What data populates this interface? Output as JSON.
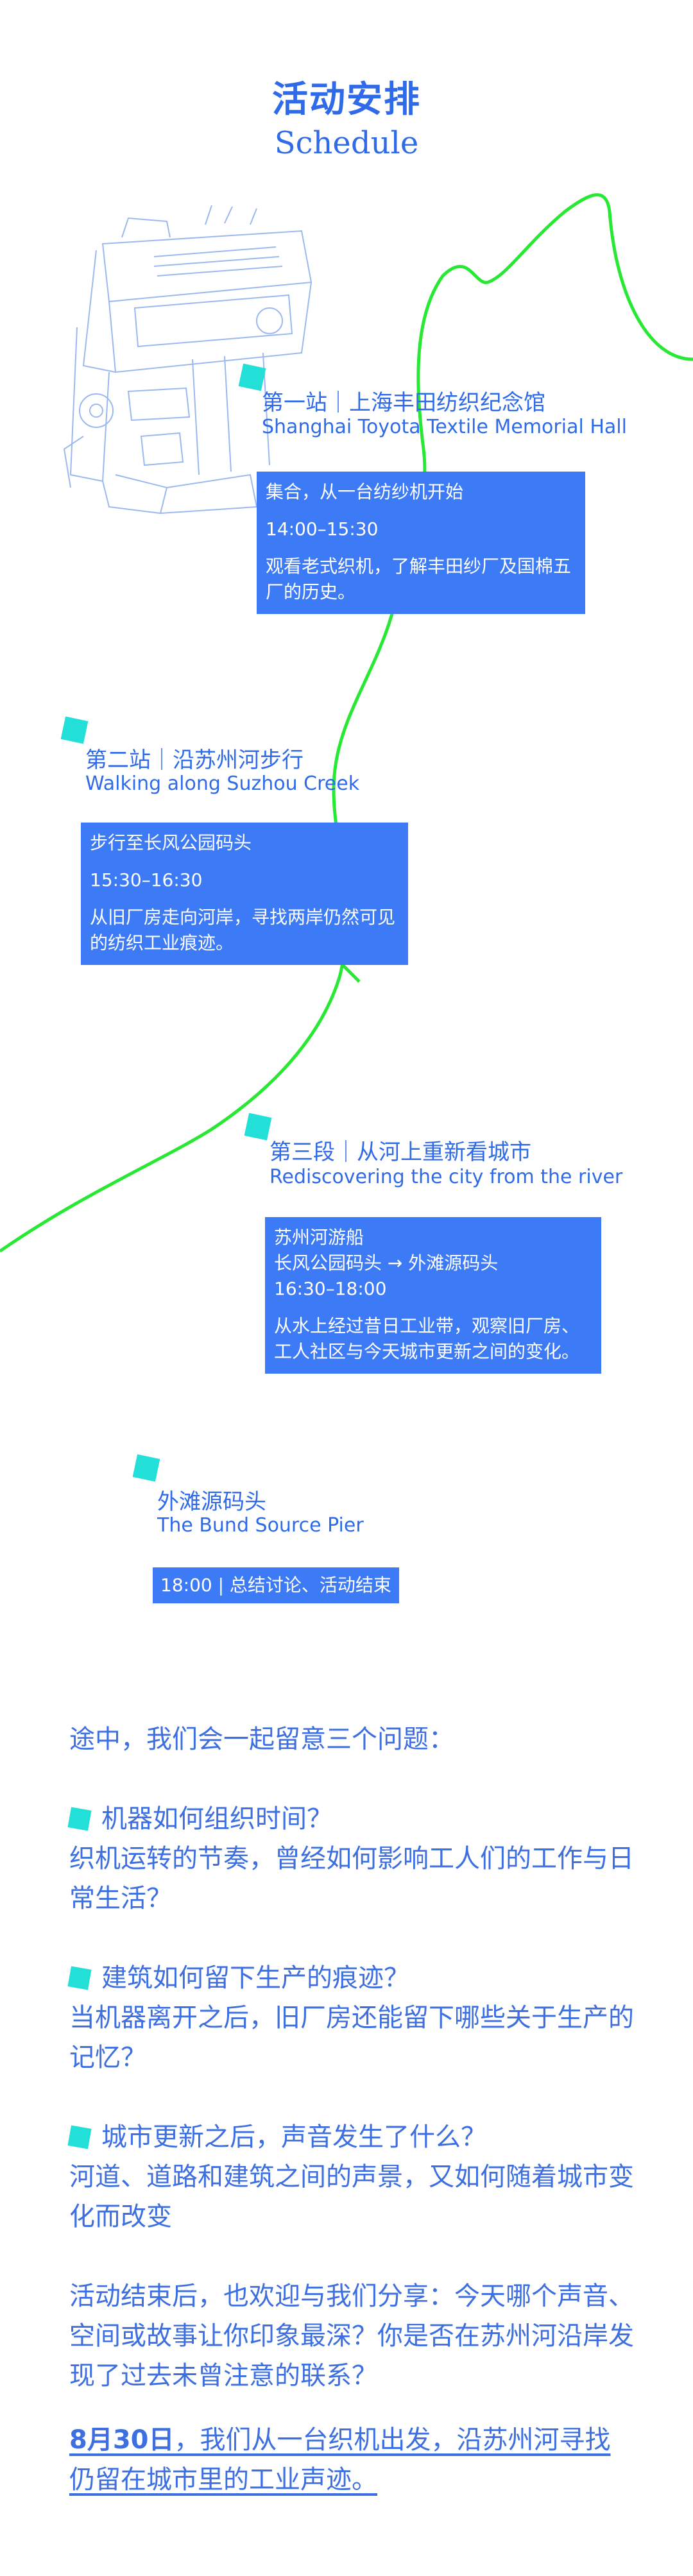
{
  "header": {
    "title_cn": "活动安排",
    "title_en": "Schedule"
  },
  "colors": {
    "accent": "#2f6be8",
    "box": "#3d7af5",
    "marker": "#22e0d8",
    "route_line": "#27e832"
  },
  "stops": [
    {
      "name_cn": "第一站｜上海丰田纺织纪念馆",
      "name_en": "Shanghai Toyota Textile Memorial Hall",
      "box": {
        "line1": "集合，从一台纺纱机开始",
        "time": "14:00–15:30",
        "desc": "观看老式织机，了解丰田纱厂及国棉五厂的历史。"
      }
    },
    {
      "name_cn": "第二站｜沿苏州河步行",
      "name_en": "Walking along Suzhou Creek",
      "box": {
        "line1": "步行至长风公园码头",
        "time": "15:30–16:30",
        "desc": "从旧厂房走向河岸，寻找两岸仍然可见的纺织工业痕迹。"
      }
    },
    {
      "name_cn": "第三段｜从河上重新看城市",
      "name_en": "Rediscovering the city from the river",
      "box": {
        "line1": "苏州河游船",
        "line2": "长风公园码头 → 外滩源码头",
        "time": "16:30–18:00",
        "desc": "从水上经过昔日工业带，观察旧厂房、工人社区与今天城市更新之间的变化。"
      }
    },
    {
      "name_cn": "外滩源码头",
      "name_en": "The Bund Source Pier",
      "tag": "18:00 | 总结讨论、活动结束"
    }
  ],
  "questions": {
    "intro": "途中，我们会一起留意三个问题：",
    "items": [
      {
        "title": "机器如何组织时间？",
        "body": "织机运转的节奏，曾经如何影响工人们的工作与日常生活？"
      },
      {
        "title": "建筑如何留下生产的痕迹？",
        "body": "当机器离开之后，旧厂房还能留下哪些关于生产的记忆？"
      },
      {
        "title": "城市更新之后，声音发生了什么？",
        "body": "河道、道路和建筑之间的声景，又如何随着城市变化而改变"
      }
    ]
  },
  "closing": "活动结束后，也欢迎与我们分享：今天哪个声音、空间或故事让你印象最深？你是否在苏州河沿岸发现了过去未曾注意的联系？",
  "final": {
    "date": "8月30日",
    "text": "，我们从一台织机出发，沿苏州河寻找仍留在城市里的工业声迹。"
  }
}
